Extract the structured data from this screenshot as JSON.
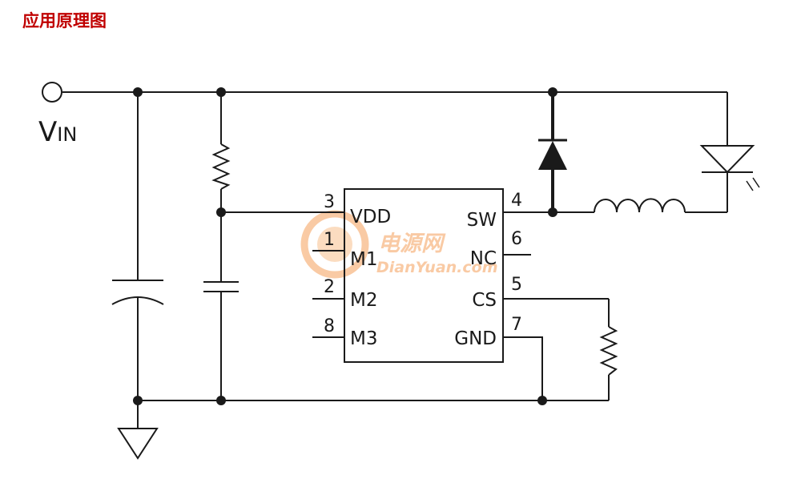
{
  "heading": "应用原理图",
  "vin": {
    "main": "V",
    "sub": "IN"
  },
  "ic": {
    "left_pins": [
      {
        "number": "3",
        "name": "VDD"
      },
      {
        "number": "1",
        "name": "M1"
      },
      {
        "number": "2",
        "name": "M2"
      },
      {
        "number": "8",
        "name": "M3"
      }
    ],
    "right_pins": [
      {
        "number": "4",
        "name": "SW"
      },
      {
        "number": "6",
        "name": "NC"
      },
      {
        "number": "5",
        "name": "CS"
      },
      {
        "number": "7",
        "name": "GND"
      }
    ]
  },
  "watermark": {
    "cn": "电源网",
    "en": "DianYuan.com",
    "color": "#f5a05a"
  },
  "colors": {
    "heading": "#c00000",
    "wire": "#1a1a1a"
  }
}
